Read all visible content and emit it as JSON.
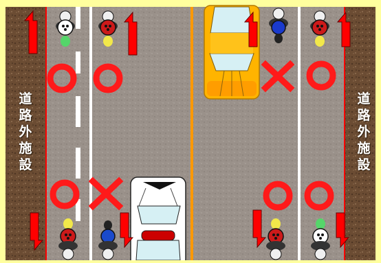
{
  "side_labels": {
    "left": [
      "道",
      "路",
      "外",
      "施",
      "設"
    ],
    "right": [
      "道",
      "路",
      "外",
      "施",
      "設"
    ]
  },
  "colors": {
    "background": "#ffff9e",
    "road": "#9a918a",
    "roadside_soil": "#6b4c33",
    "lane_line": "#ffffff",
    "center_line": "#ff9900",
    "edge_stripe": "#ff0000",
    "arrow": "#ff0000",
    "ok_mark": "#ff1a1a",
    "ng_mark": "#ff1a1a",
    "taxi": "#ffb400",
    "white_car": "#ffffff"
  },
  "markers": [
    {
      "id": "ok-left-top-1",
      "type": "ok"
    },
    {
      "id": "ok-left-top-2",
      "type": "ok"
    },
    {
      "id": "ng-right-top-1",
      "type": "ng"
    },
    {
      "id": "ok-right-top-2",
      "type": "ok"
    },
    {
      "id": "ok-left-bottom-1",
      "type": "ok"
    },
    {
      "id": "ng-left-bottom-2",
      "type": "ng"
    },
    {
      "id": "ok-right-bottom-1",
      "type": "ok"
    },
    {
      "id": "ok-right-bottom-2",
      "type": "ok"
    }
  ],
  "arrows": [
    {
      "id": "up-1",
      "direction": "up"
    },
    {
      "id": "up-2",
      "direction": "up"
    },
    {
      "id": "up-3",
      "direction": "up"
    },
    {
      "id": "up-4",
      "direction": "up"
    },
    {
      "id": "down-1",
      "direction": "down"
    },
    {
      "id": "down-2",
      "direction": "down"
    },
    {
      "id": "down-3",
      "direction": "down"
    },
    {
      "id": "down-4",
      "direction": "down"
    }
  ],
  "cyclists": [
    {
      "id": "cyclist-top-1",
      "helmet": "#ffffff",
      "body": "#55d66a",
      "facing": "up"
    },
    {
      "id": "cyclist-top-2",
      "helmet": "#cc1a1a",
      "body": "#f2e84a",
      "facing": "up"
    },
    {
      "id": "cyclist-top-3",
      "helmet": "#1a3acc",
      "body": "#222222",
      "facing": "up"
    },
    {
      "id": "cyclist-top-4",
      "helmet": "#cc1a1a",
      "body": "#f2e84a",
      "facing": "up"
    },
    {
      "id": "cyclist-bottom-1",
      "helmet": "#cc1a1a",
      "body": "#f2e84a",
      "facing": "down"
    },
    {
      "id": "cyclist-bottom-2",
      "helmet": "#1a4acc",
      "body": "#222222",
      "facing": "down"
    },
    {
      "id": "cyclist-bottom-3",
      "helmet": "#cc1a1a",
      "body": "#f2e84a",
      "facing": "down"
    },
    {
      "id": "cyclist-bottom-4",
      "helmet": "#ffffff",
      "body": "#55d66a",
      "facing": "down"
    }
  ],
  "vehicles": [
    {
      "id": "taxi",
      "color": "#ffb400",
      "facing": "down"
    },
    {
      "id": "white-car",
      "color": "#ffffff",
      "facing": "up"
    }
  ]
}
